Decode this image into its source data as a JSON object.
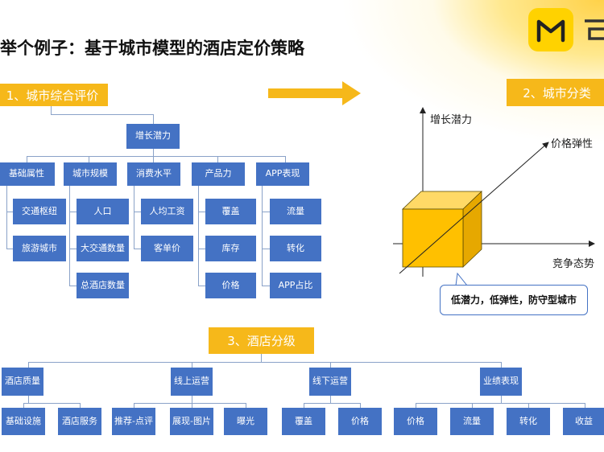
{
  "title": "举个例子：基于城市模型的酒店定价策略",
  "city_eval": {
    "badge": "1、城市综合评价",
    "root": "增长潜力",
    "groups": [
      {
        "label": "基础属性",
        "items": [
          "交通枢纽",
          "旅游城市"
        ]
      },
      {
        "label": "城市规模",
        "items": [
          "人口",
          "大交通数量",
          "总酒店数量"
        ]
      },
      {
        "label": "消费水平",
        "items": [
          "人均工资",
          "客单价"
        ]
      },
      {
        "label": "产品力",
        "items": [
          "覆盖",
          "库存",
          "价格"
        ]
      },
      {
        "label": "APP表现",
        "items": [
          "流量",
          "转化",
          "APP占比"
        ]
      }
    ]
  },
  "city_class": {
    "badge": "2、城市分类",
    "axis_y": "增长潜力",
    "axis_diag": "价格弹性",
    "axis_x": "竞争态势",
    "callout": "低潜力，低弹性，防守型城市"
  },
  "hotel_grade": {
    "badge": "3、酒店分级",
    "groups": [
      {
        "label": "酒店质量",
        "items": [
          "基础设施",
          "酒店服务"
        ]
      },
      {
        "label": "线上运营",
        "items": [
          "推荐-点评",
          "展现-图片",
          "曝光"
        ]
      },
      {
        "label": "线下运营",
        "items": [
          "覆盖",
          "价格"
        ]
      },
      {
        "label": "业绩表现",
        "items": [
          "价格",
          "流量",
          "转化",
          "收益"
        ]
      }
    ]
  },
  "colors": {
    "box": "#4472c4",
    "badge": "#f6b81a",
    "cube": "#ffc000",
    "logo": "#ffd200"
  },
  "icons": {
    "logo": "mafengwo-logo-icon",
    "arrow": "right-arrow-icon"
  }
}
